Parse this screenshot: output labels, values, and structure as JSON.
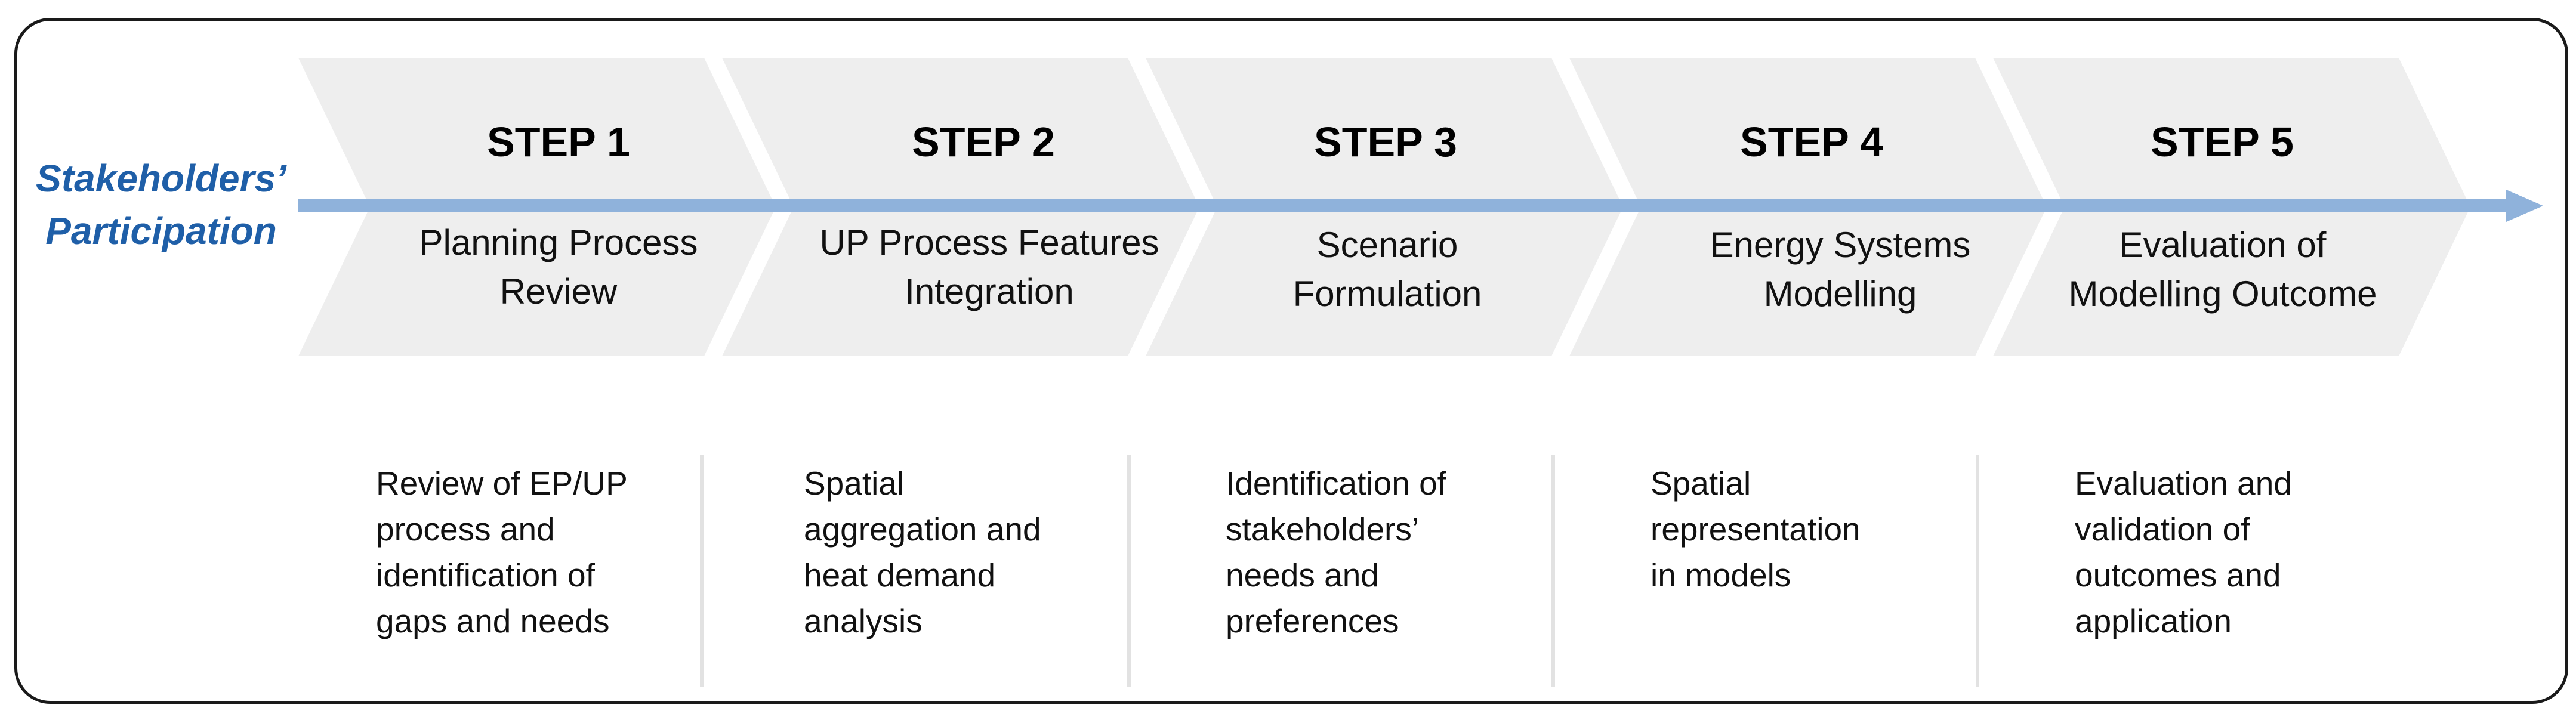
{
  "side_label": {
    "line1": "Stakeholders’",
    "line2": "Participation"
  },
  "steps": [
    {
      "title": "STEP 1",
      "sub": [
        "Planning Process",
        "Review"
      ],
      "desc": [
        "Review of EP/UP",
        "process and",
        "identification of",
        "gaps and needs"
      ]
    },
    {
      "title": "STEP 2",
      "sub": [
        "UP Process Features",
        "Integration"
      ],
      "desc": [
        "Spatial",
        "aggregation and",
        "heat demand",
        "analysis"
      ]
    },
    {
      "title": "STEP 3",
      "sub": [
        "Scenario",
        "Formulation"
      ],
      "desc": [
        "Identification of",
        "stakeholders’",
        "needs and",
        "preferences"
      ]
    },
    {
      "title": "STEP 4",
      "sub": [
        "Energy Systems",
        "Modelling"
      ],
      "desc": [
        "Spatial",
        "representation",
        "in models"
      ]
    },
    {
      "title": "STEP 5",
      "sub": [
        "Evaluation of",
        "Modelling Outcome"
      ],
      "desc": [
        "Evaluation and",
        "validation of",
        "outcomes and",
        "application"
      ]
    }
  ],
  "colors": {
    "accent_blue": "#1f5fa8",
    "arrow": "#8fb2db",
    "chevron_fill": "#eeeeee"
  }
}
